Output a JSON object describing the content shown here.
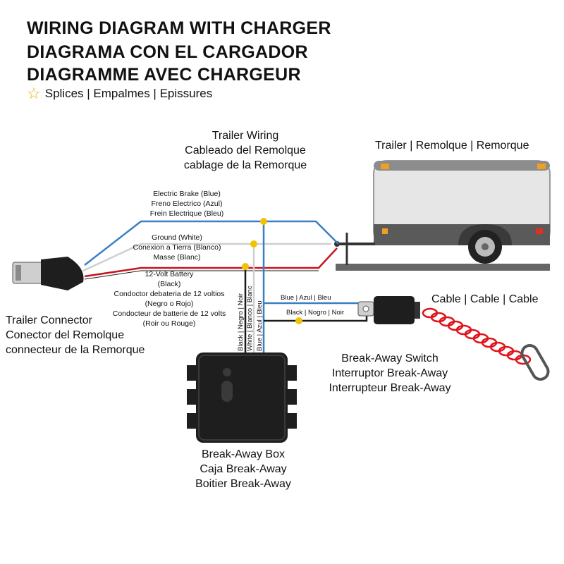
{
  "titles": {
    "en": "WIRING DIAGRAM WITH CHARGER",
    "es": "DIAGRAMA CON EL CARGADOR",
    "fr": "DIAGRAMME AVEC CHARGEUR"
  },
  "legend": {
    "icon": "star-icon",
    "text": "Splices | Empalmes | Epissures",
    "star_color": "#e8b400"
  },
  "trailer_wiring": [
    "Trailer Wiring",
    "Cableado del Remolque",
    "cablage de la Remorque"
  ],
  "trailer": {
    "label": "Trailer | Remolque | Remorque"
  },
  "electric_brake": [
    "Electric Brake (Blue)",
    "Freno Electrico (Azul)",
    "Frein Electrique (Bleu)"
  ],
  "ground": [
    "Ground (White)",
    "Conexion a Tierra (Blanco)",
    "Masse (Blanc)"
  ],
  "battery": [
    "12-Volt Battery",
    "(Black)",
    "Condoctor debateria de 12 voltios",
    "(Negro o Rojo)",
    "Condocteur de batterie de 12 volts",
    "(Roir ou Rouge)"
  ],
  "trailer_connector": [
    "Trailer Connector",
    "Conector del Remolque",
    "connecteur de la Remorque"
  ],
  "vertical_labels": {
    "black": "Black | Negro | Noir",
    "white": "White | Blanco | Blanc",
    "blue": "Blue | Azul | Bleu"
  },
  "switch_wires": {
    "blue": "Blue | Azul | Bleu",
    "black": "Black | Nogro | Noir"
  },
  "breakaway_switch": [
    "Break-Away Switch",
    "Interruptor Break-Away",
    "Interrupteur Break-Away"
  ],
  "cable": {
    "label": "Cable | Cable | Cable"
  },
  "breakaway_box": [
    "Break-Away Box",
    "Caja Break-Away",
    "Boitier Break-Away"
  ],
  "colors": {
    "blue_wire": "#3b7fc4",
    "white_wire": "#cfcfcf",
    "red_wire": "#c8141e",
    "black_wire": "#1a1a1a",
    "splice": "#f2c200",
    "trailer_body": "#e8e8e8",
    "coil": "#e0141c"
  }
}
